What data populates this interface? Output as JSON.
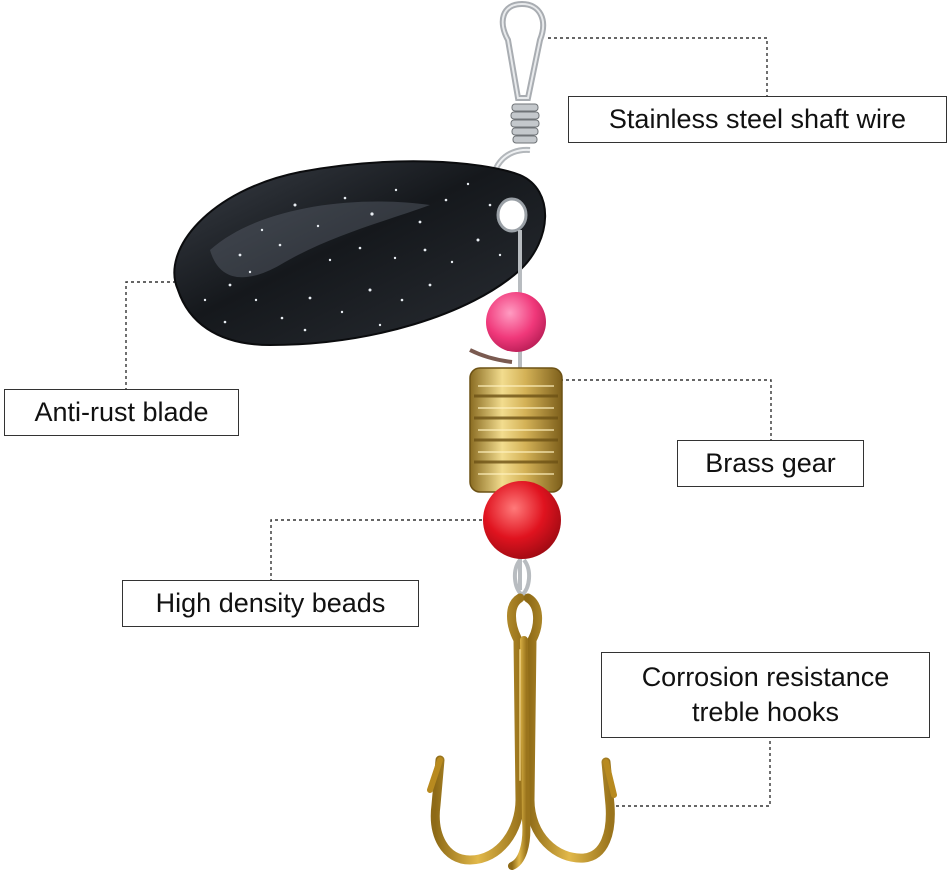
{
  "labels": {
    "shaft": "Stainless steel shaft wire",
    "blade": "Anti-rust blade",
    "gear": "Brass gear",
    "beads": "High density beads",
    "hooks_line1": "Corrosion resistance",
    "hooks_line2": "treble hooks"
  },
  "colors": {
    "background": "#ffffff",
    "blade": "#1a1d22",
    "brass": "#c9a94e",
    "pink_bead": "#f0387a",
    "red_bead": "#e0131f",
    "hook_gold": "#c89a2a",
    "wire": "#b8bcc0",
    "leader_line": "#333333"
  }
}
